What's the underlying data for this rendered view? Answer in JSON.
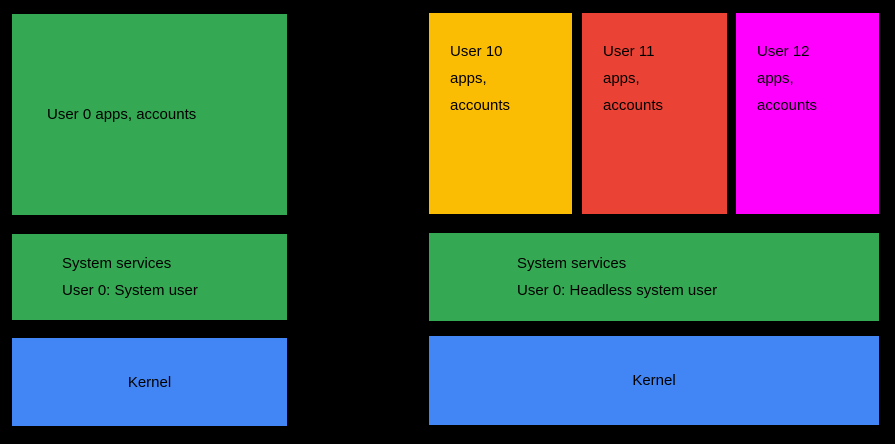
{
  "colors": {
    "background": "#000000",
    "green": "#34A853",
    "blue": "#4285F4",
    "yellow": "#FBBC04",
    "red": "#EA4335",
    "magenta": "#FF00FF",
    "text": "#000000"
  },
  "left_stack": {
    "user_apps_label": "User 0 apps, accounts",
    "system_services_lines": [
      "System services",
      "User 0: System user"
    ],
    "kernel_label": "Kernel"
  },
  "right_stack": {
    "user_boxes": [
      {
        "name": "user-10",
        "color": "#FBBC04",
        "lines": [
          "User 10",
          "apps,",
          "accounts"
        ]
      },
      {
        "name": "user-11",
        "color": "#EA4335",
        "lines": [
          "User 11",
          "apps,",
          "accounts"
        ]
      },
      {
        "name": "user-12",
        "color": "#FF00FF",
        "lines": [
          "User 12",
          "apps,",
          "accounts"
        ]
      }
    ],
    "system_services_lines": [
      "System services",
      "User 0: Headless system user"
    ],
    "kernel_label": "Kernel"
  }
}
